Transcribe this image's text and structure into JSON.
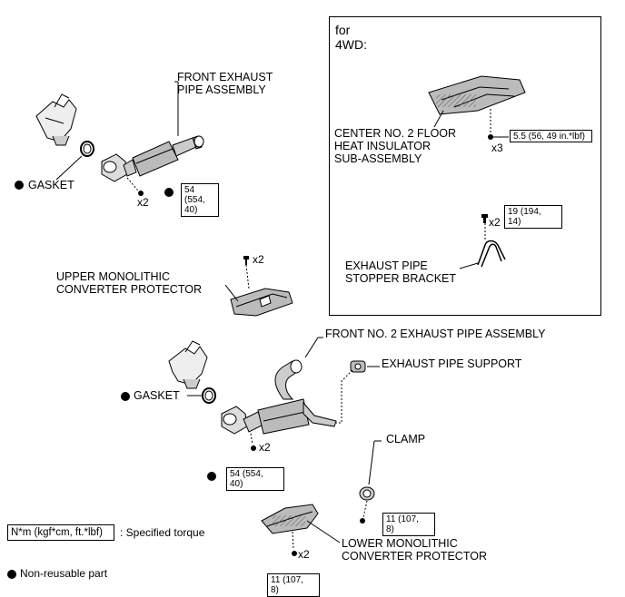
{
  "inset": {
    "line1": "for",
    "line2": "4WD:"
  },
  "labels": {
    "front_exhaust_pipe": [
      "FRONT EXHAUST",
      "PIPE ASSEMBLY"
    ],
    "gasket_top": "GASKET",
    "gasket_mid": "GASKET",
    "upper_protector": [
      "UPPER MONOLITHIC",
      "CONVERTER PROTECTOR"
    ],
    "center_insulator": [
      "CENTER NO. 2 FLOOR",
      "HEAT INSULATOR",
      "SUB-ASSEMBLY"
    ],
    "stopper_bracket": [
      "EXHAUST PIPE",
      "STOPPER BRACKET"
    ],
    "front_no2_pipe": "FRONT NO. 2 EXHAUST PIPE ASSEMBLY",
    "pipe_support": "EXHAUST PIPE SUPPORT",
    "clamp": "CLAMP",
    "lower_protector": [
      "LOWER MONOLITHIC",
      "CONVERTER PROTECTOR"
    ]
  },
  "quantities": {
    "front_pipe_nuts": "x2",
    "upper_protector_bolts": "x2",
    "insulator_nuts": "x3",
    "bracket_bolts": "x2",
    "front_no2_nuts": "x2",
    "lower_protector_nuts": "x2"
  },
  "torques": {
    "front_pipe": "54 (554,\n40)",
    "insulator": "5.5 (56, 49 in.*lbf)",
    "bracket": "19 (194,\n14)",
    "front_no2": "54 (554,\n40)",
    "clamp": "11 (107,\n8)",
    "lower_protector": "11 (107,\n8)"
  },
  "legend": {
    "torque_unit": "N*m (kgf*cm, ft.*lbf)",
    "torque_desc": ": Specified torque",
    "nonreusable_desc": "Non-reusable part"
  }
}
